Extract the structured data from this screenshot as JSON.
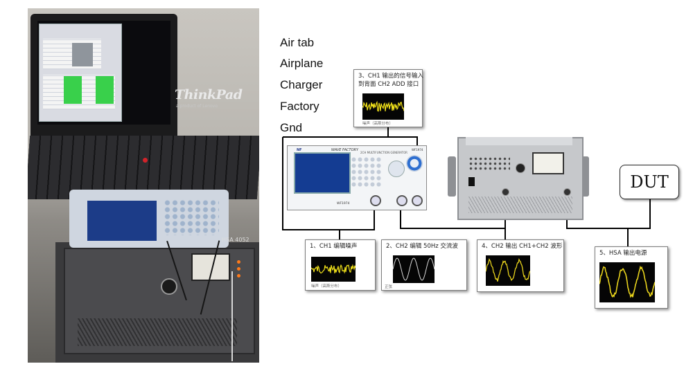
{
  "layers": [
    "Air tab",
    "Airplane",
    "Charger",
    "Factory",
    "Gnd"
  ],
  "photo": {
    "laptop_brand": "ThinkPad",
    "laptop_brand_sub": "a product of Lenovo",
    "amplifier_label": "HSA 4052"
  },
  "diagram": {
    "signal_generator": {
      "brand": "NF",
      "title": "WAVE FACTORY",
      "subtitle": "2CH MULTIFUNCTION GENERATOR",
      "model": "WF1974"
    },
    "dut_label": "DUT",
    "callouts": [
      {
        "id": "step3",
        "lines": [
          "3、CH1 输出的信号输入",
          "到背面 CH2 ADD 接口"
        ],
        "caption": "噪声（高斯分布）"
      },
      {
        "id": "step1",
        "lines": [
          "1、CH1 编辑噪声"
        ],
        "caption": "噪声（高斯分布）"
      },
      {
        "id": "step2",
        "lines": [
          "2、CH2 编辑 50Hz 交流波"
        ],
        "caption": "正弦"
      },
      {
        "id": "step4",
        "lines": [
          "4、CH2 输出 CH1+CH2 波形"
        ],
        "caption": ""
      },
      {
        "id": "step5",
        "lines": [
          "5、HSA 输出电源"
        ],
        "caption": ""
      }
    ],
    "colors": {
      "noise_trace": "#f2e21a",
      "sine_trace": "#e8d31c",
      "wire": "#000000"
    }
  }
}
